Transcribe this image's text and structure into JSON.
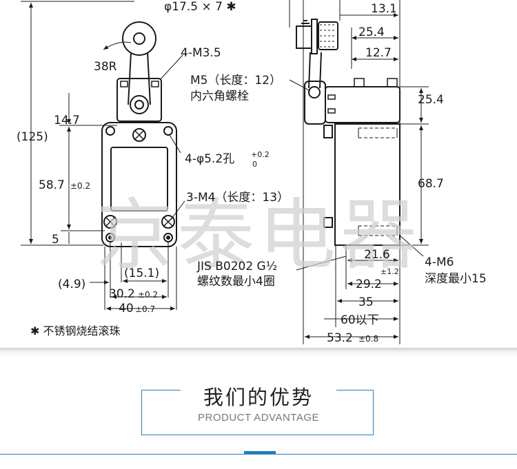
{
  "front_view": {
    "roller_spec": "φ17.5 × 7 ✱",
    "arm_radius": "38R",
    "mount_screws": "4-M3.5",
    "height_total": "(125)",
    "dim_14_7": "14.7",
    "dim_58_7": "58.7",
    "tol_58_7": "±0.2",
    "dim_5": "5",
    "holes_label": "4-φ5.2孔",
    "holes_tol_upper": "+0.2",
    "holes_tol_lower": "0",
    "screws_label": "3-M4（长度：13）",
    "dim_15_1": "(15.1)",
    "dim_4_9": "(4.9)",
    "dim_30_2": "30.2",
    "tol_30_2": "±0.2",
    "dim_40": "40",
    "tol_40": "±0.7"
  },
  "side_view": {
    "dim_13_1": "13.1",
    "dim_25_4_top": "25.4",
    "dim_12_7": "12.7",
    "bolt_label_1": "M5（长度：12）",
    "bolt_label_2": "内六角螺栓",
    "dim_25_4_right": "25.4",
    "dim_68_7": "68.7",
    "dim_21_6": "21.6",
    "tol_21_6": "±1.2",
    "dim_29_2": "29.2",
    "dim_35": "35",
    "dim_60": "60以下",
    "dim_53_2": "53.2",
    "tol_53_2": "±0.8",
    "thread_label_1": "JIS B0202 G½",
    "thread_label_2": "螺纹数最小4圈",
    "m6_label_1": "4-M6",
    "m6_label_2": "深度最小15"
  },
  "footnote": "✱ 不锈钢烧结滚珠",
  "watermark": "京泰电器",
  "section": {
    "title": "我们的优势",
    "subtitle": "PRODUCT ADVANTAGE"
  },
  "colors": {
    "accent": "#1f7fbf",
    "line": "#1a1a1a",
    "watermark": "#d0d0d0"
  }
}
